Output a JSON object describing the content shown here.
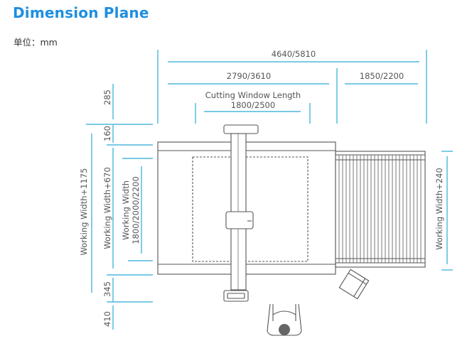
{
  "title": "Dimension Plane",
  "unit_label": "单位：mm",
  "colors": {
    "accent": "#1e8fe0",
    "dimension_line": "#2aa9d8",
    "machine_line": "#555555",
    "text": "#555555"
  },
  "dimensions": {
    "total_length": "4640/5810",
    "main_length": "2790/3610",
    "extension_length": "1850/2200",
    "cutting_window_label": "Cutting Window Length",
    "cutting_window_value": "1800/2500",
    "top_offset": "285",
    "gantry_offset": "160",
    "working_width_1175": "Working Width+1175",
    "working_width_670": "Working Width+670",
    "working_width_label": "Working Width",
    "working_width_values": "1800/2000/2200",
    "bottom_offset": "345",
    "bottom_clearance": "410",
    "side_width": "Working Width+240"
  }
}
